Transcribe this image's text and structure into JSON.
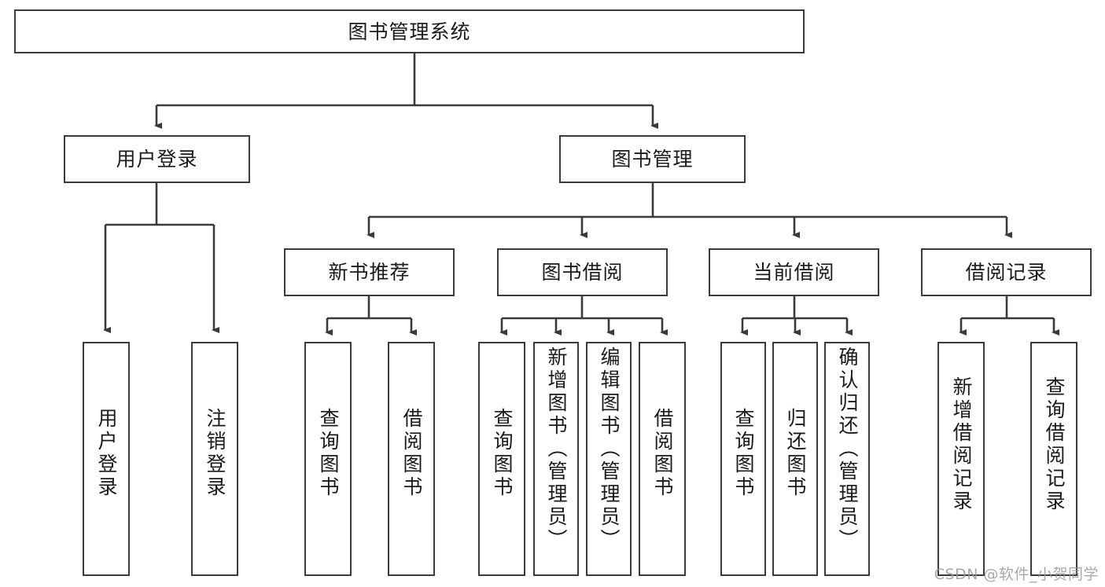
{
  "diagram": {
    "type": "tree-hierarchy",
    "title": "图书管理系统",
    "root": {
      "id": "root",
      "label": "图书管理系统"
    },
    "level2": [
      {
        "id": "user-login",
        "label": "用户登录"
      },
      {
        "id": "book-manage",
        "label": "图书管理"
      }
    ],
    "level3": [
      {
        "id": "new-book-recommend",
        "label": "新书推荐"
      },
      {
        "id": "book-borrow",
        "label": "图书借阅"
      },
      {
        "id": "current-borrow",
        "label": "当前借阅"
      },
      {
        "id": "borrow-record",
        "label": "借阅记录"
      }
    ],
    "leaves": {
      "user_login": [
        {
          "id": "leaf-user-login",
          "label": "用户登录"
        },
        {
          "id": "leaf-user-logout",
          "label": "注销登录"
        }
      ],
      "new_book_recommend": [
        {
          "id": "leaf-query-book-1",
          "label": "查询图书"
        },
        {
          "id": "leaf-borrow-book-1",
          "label": "借阅图书"
        }
      ],
      "book_borrow": [
        {
          "id": "leaf-query-book-2",
          "label": "查询图书"
        },
        {
          "id": "leaf-add-book",
          "label": "新增图书（管理员）"
        },
        {
          "id": "leaf-edit-book",
          "label": "编辑图书（管理员）"
        },
        {
          "id": "leaf-borrow-book-2",
          "label": "借阅图书"
        }
      ],
      "current_borrow": [
        {
          "id": "leaf-query-book-3",
          "label": "查询图书"
        },
        {
          "id": "leaf-return-book",
          "label": "归还图书"
        },
        {
          "id": "leaf-confirm-return",
          "label": "确认归还（管理员）"
        }
      ],
      "borrow_record": [
        {
          "id": "leaf-add-record",
          "label": "新增借阅记录"
        },
        {
          "id": "leaf-query-record",
          "label": "查询借阅记录"
        }
      ]
    }
  },
  "watermark": {
    "text": "CSDN @软件_小贺同学"
  },
  "colors": {
    "border": "#3a3a3a",
    "background": "#ffffff",
    "text": "#1a1a1a",
    "watermark": "#9a9a9a"
  }
}
